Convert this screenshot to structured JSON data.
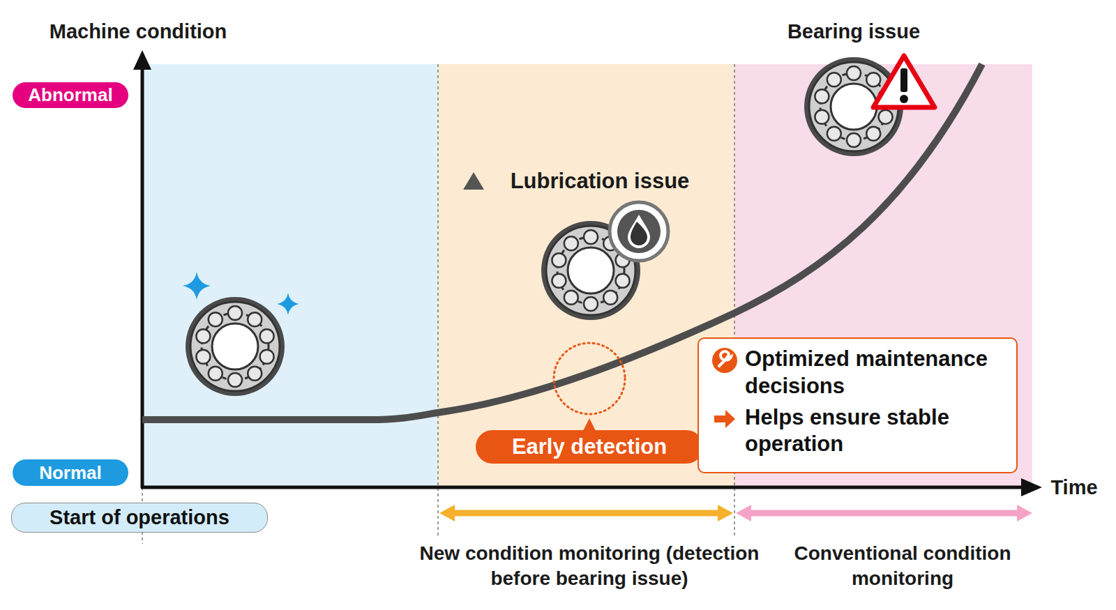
{
  "diagram": {
    "nodes": [
      {
        "text": [
          "Abnormal"
        ]
      },
      {
        "text": [
          "Normal"
        ]
      },
      {
        "text": [
          "Start of operations"
        ]
      },
      {
        "text": [
          "Early detection"
        ]
      },
      {
        "text": [
          "Optimized maintenance decisions",
          "Helps ensure stable operation"
        ]
      }
    ],
    "labels": [
      "Machine condition",
      "Bearing issue",
      "Lubrication issue",
      "Time",
      "New condition monitoring (detection before bearing issue)",
      "Conventional condition monitoring"
    ]
  }
}
